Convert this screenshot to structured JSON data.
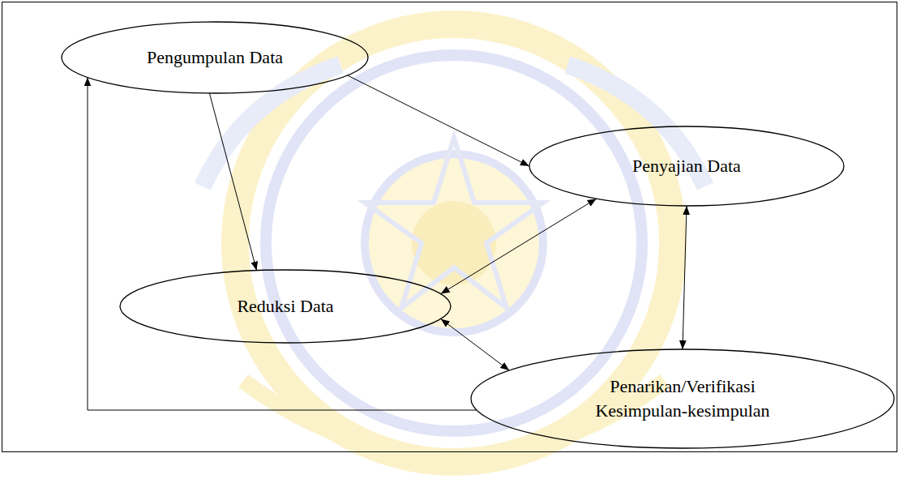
{
  "diagram": {
    "nodes": [
      {
        "text": [
          "Pengumpulan Data"
        ]
      },
      {
        "text": [
          "Penyajian Data"
        ]
      },
      {
        "text": [
          "Reduksi Data"
        ]
      },
      {
        "text": [
          "Penarikan/Verifikasi Kesimpulan-kesimpulan"
        ]
      }
    ],
    "edges": [
      {
        "from": 0,
        "to": 2,
        "arrow": "to"
      },
      {
        "from": 0,
        "to": 1,
        "arrow": "to"
      },
      {
        "from": 1,
        "to": 2,
        "arrow": "both"
      },
      {
        "from": 1,
        "to": 3,
        "arrow": "both"
      },
      {
        "from": 2,
        "to": 3,
        "arrow": "both"
      },
      {
        "from": 3,
        "to": 0,
        "arrow": "to"
      }
    ]
  }
}
